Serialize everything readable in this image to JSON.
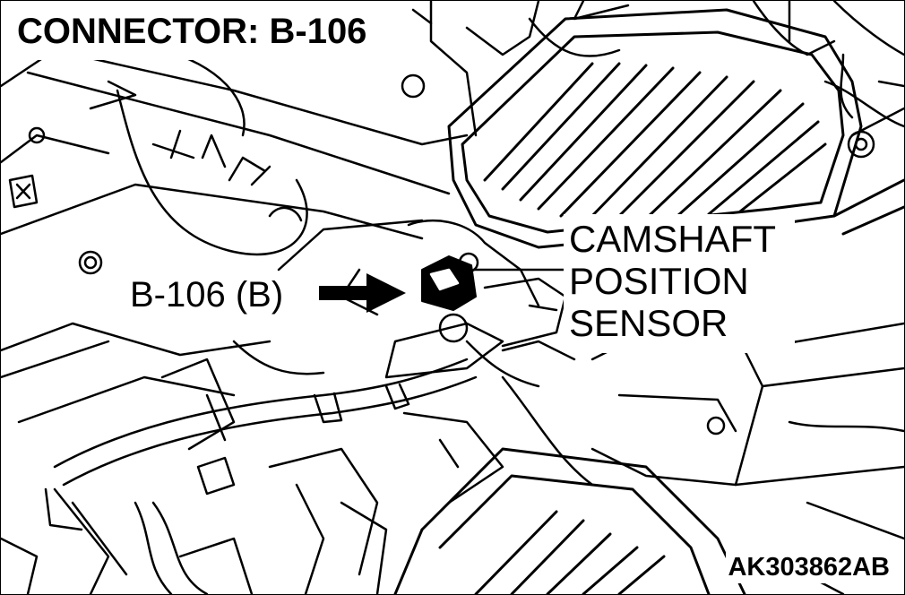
{
  "title": "CONNECTOR: B-106",
  "connector_label": "B-106 (B)",
  "sensor_label": "CAMSHAFT POSITION SENSOR",
  "figure_id": "AK303862AB",
  "colors": {
    "ink": "#000000",
    "paper": "#ffffff"
  },
  "icons": [
    "pointer-arrow",
    "leader-line"
  ]
}
